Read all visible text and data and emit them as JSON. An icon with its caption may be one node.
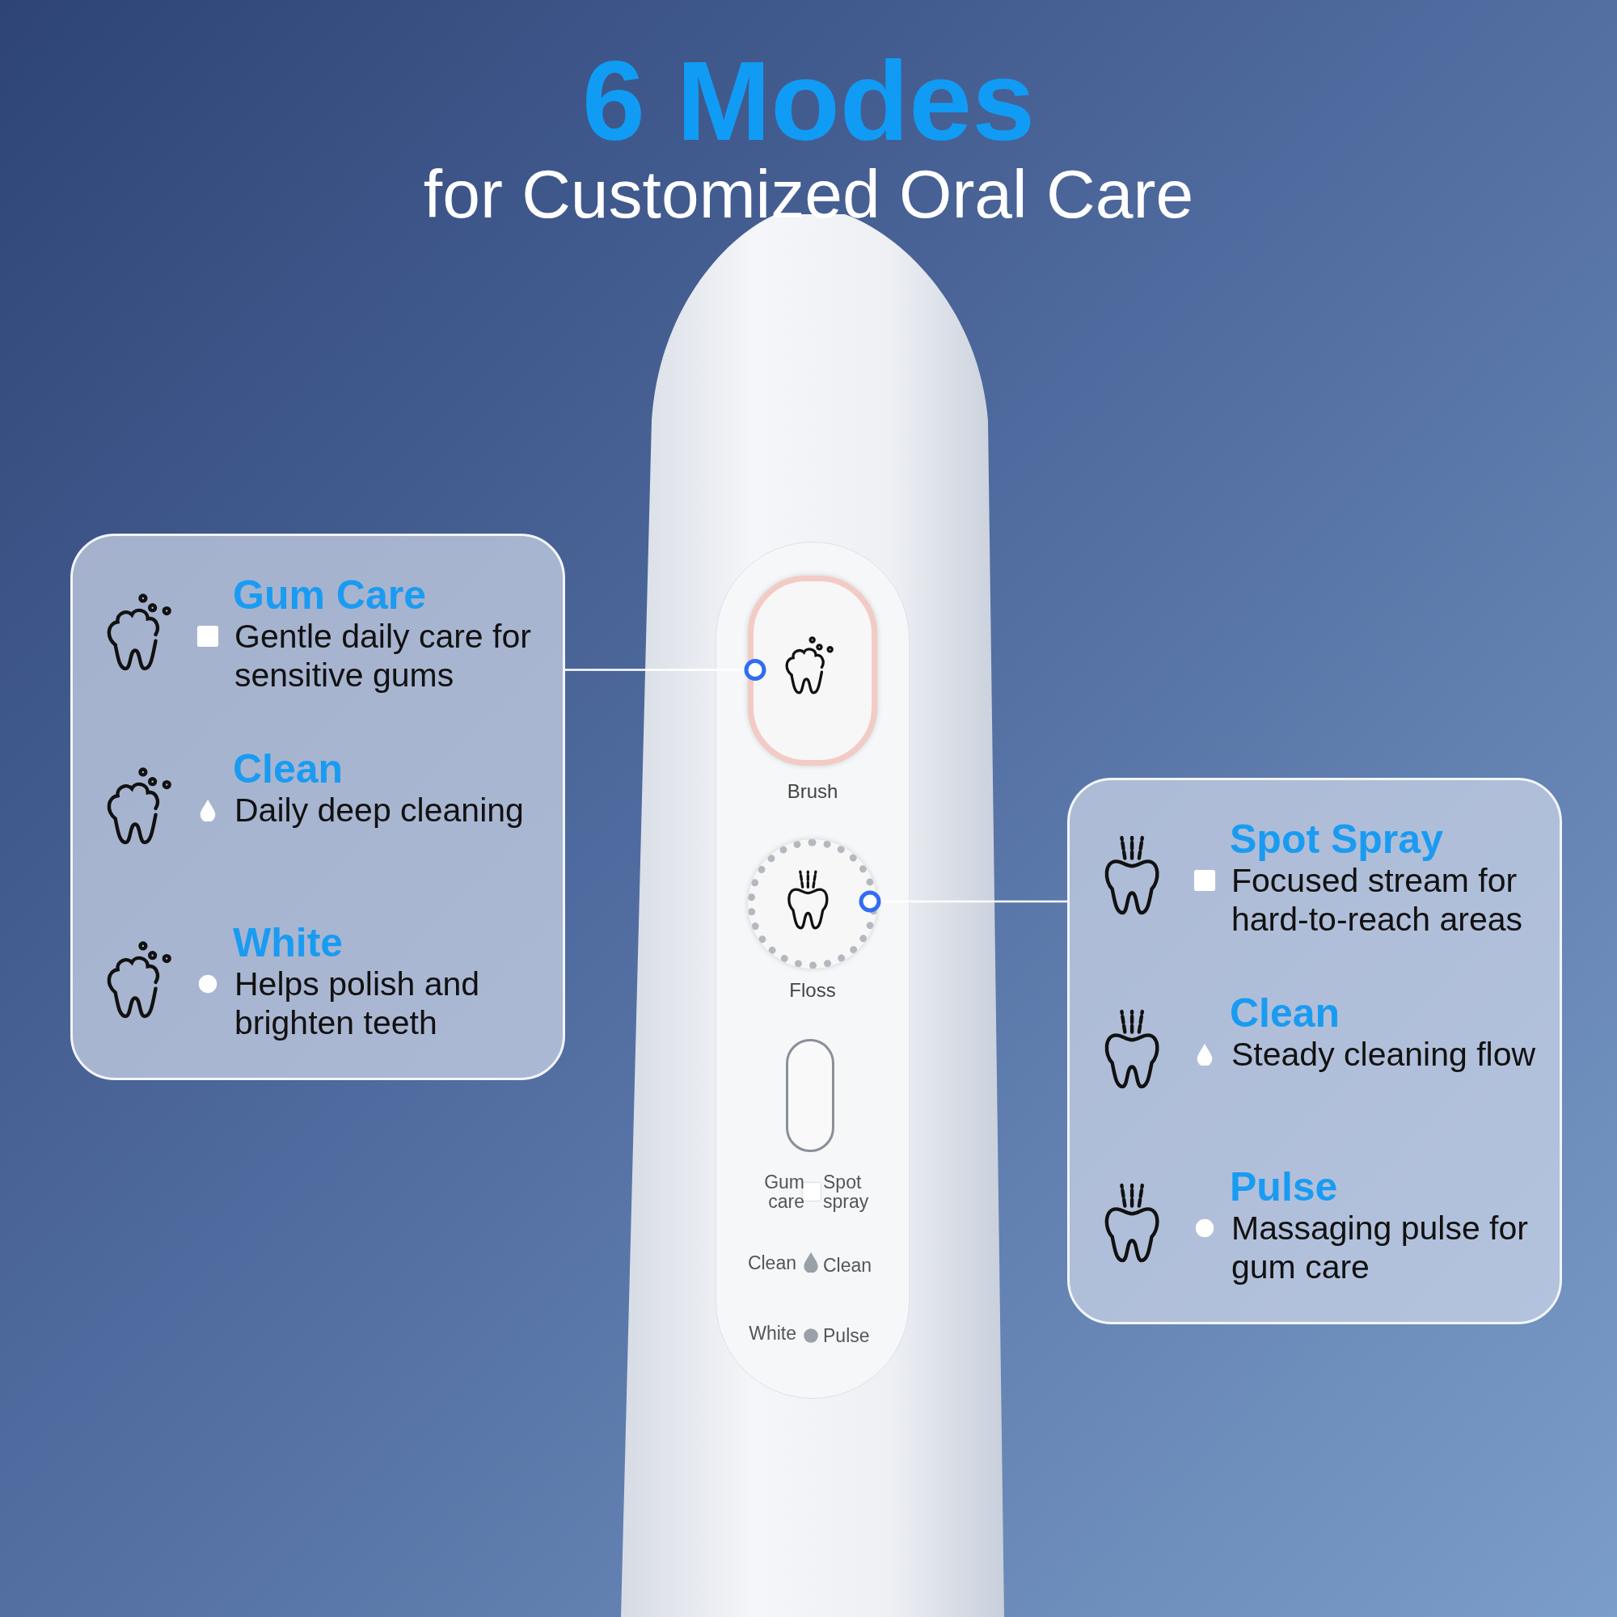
{
  "diagram": {
    "title": "6 Modes",
    "nodes": [
      {
        "text": [],
        "shape": "box"
      },
      {
        "text": [
          "Gum Care",
          "Gentle daily care for sensitive gums"
        ],
        "in": 0
      },
      {
        "text": [
          "Clean",
          "Daily deep cleaning"
        ],
        "in": 0
      },
      {
        "text": [
          "White",
          "Helps polish and brighten teeth"
        ],
        "in": 0
      },
      {
        "text": [],
        "shape": "box"
      },
      {
        "text": [
          "Spot Spray",
          "Focused stream for hard-to-reach areas"
        ],
        "in": 4
      },
      {
        "text": [
          "Clean",
          "Steady cleaning flow"
        ],
        "in": 4
      },
      {
        "text": [
          "Pulse",
          "Massaging pulse for gum care"
        ],
        "in": 4
      },
      {
        "text": [],
        "shape": "box",
        "beside": [
          "Brush"
        ]
      },
      {
        "text": [],
        "shape": "circle",
        "beside": [
          "Floss"
        ]
      }
    ],
    "edges": [
      {
        "from": 0,
        "to": 8,
        "arrow": "other"
      },
      {
        "from": 4,
        "to": 9,
        "arrow": "other"
      }
    ],
    "labels": [
      "for Customized Oral Care",
      "Gum care",
      "Spot spray",
      "Clean",
      "Clean",
      "White",
      "Pulse"
    ]
  }
}
